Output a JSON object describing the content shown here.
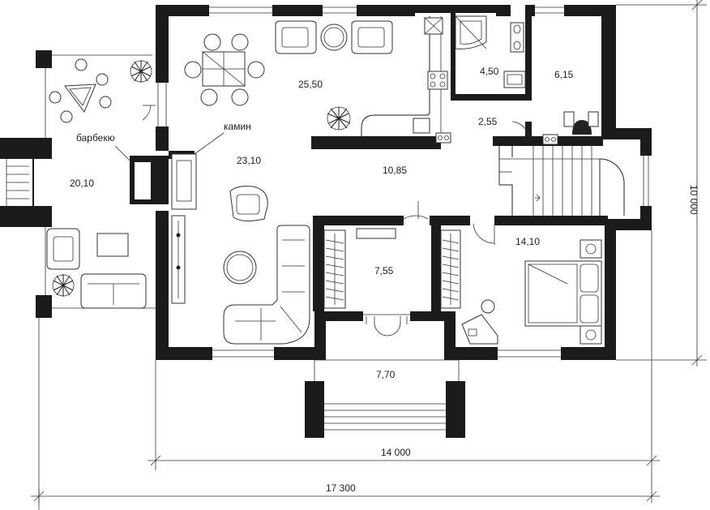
{
  "rooms": {
    "living": "25,50",
    "hall_left": "23,10",
    "corridor": "10,85",
    "bath": "4,50",
    "room_615": "6,15",
    "lobby": "2,55",
    "storage": "7,55",
    "bedroom": "14,10",
    "porch": "7,70",
    "terrace": "20,10"
  },
  "labels": {
    "bbq": "барбекю",
    "fireplace": "камин"
  },
  "dimensions": {
    "inner_width": "14 000",
    "total_width": "17 300",
    "height": "10 000"
  }
}
